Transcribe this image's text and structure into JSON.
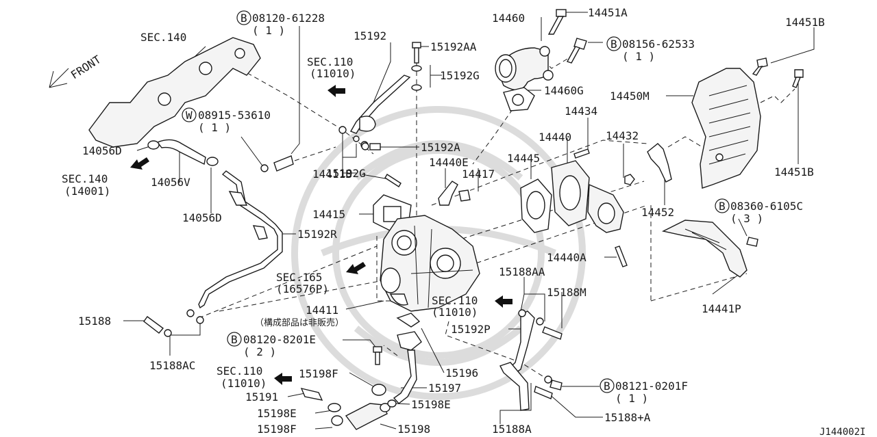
{
  "diagram_id": "J144002I",
  "front_label": "FRONT",
  "note_not_sold_separately": "（構成部品は非販売）",
  "section_refs": {
    "sec140_top": "SEC.140",
    "sec110_top": "SEC.110",
    "sec110_top_code": "(11010)",
    "sec140_left": "SEC.140",
    "sec140_left_code": "(14001)",
    "sec165": "SEC.165",
    "sec165_code": "(16576P)",
    "sec110_mid": "SEC.110",
    "sec110_mid_code": "(11010)",
    "sec110_bottom": "SEC.110",
    "sec110_bottom_code": "(11010)"
  },
  "fastener_refs": [
    {
      "mark": "B",
      "code": "08120-61228",
      "qty": "( 1 )"
    },
    {
      "mark": "W",
      "code": "08915-53610",
      "qty": "( 1 )"
    },
    {
      "mark": "B",
      "code": "08156-62533",
      "qty": "( 1 )"
    },
    {
      "mark": "B",
      "code": "08360-6105C",
      "qty": "( 3 )"
    },
    {
      "mark": "B",
      "code": "08120-8201E",
      "qty": "( 2 )"
    },
    {
      "mark": "B",
      "code": "08121-0201F",
      "qty": "( 1 )"
    }
  ],
  "part_labels": {
    "p15192": "15192",
    "p15192AA": "15192AA",
    "p15192G_top": "15192G",
    "p15192A": "15192A",
    "p15192G_mid": "15192G",
    "p14056D_top": "14056D",
    "p14056V": "14056V",
    "p14056D_bot": "14056D",
    "p14460": "14460",
    "p14451A": "14451A",
    "p14460G": "14460G",
    "p14451B_top": "14451B",
    "p14450M": "14450M",
    "p14451B_bot": "14451B",
    "p14434": "14434",
    "p14440": "14440",
    "p14432": "14432",
    "p14445": "14445",
    "p14440E": "14440E",
    "p14417": "14417",
    "p14411B": "14411B",
    "p14415": "14415",
    "p14452": "14452",
    "p15192R": "15192R",
    "p14440A": "14440A",
    "p15188AA": "15188AA",
    "p15188M": "15188M",
    "p14411": "14411",
    "p15192P": "15192P",
    "p14441P": "14441P",
    "p15188": "15188",
    "p15188AC": "15188AC",
    "p15196": "15196",
    "p15198F_top": "15198F",
    "p15197": "15197",
    "p15191": "15191",
    "p15198E_left": "15198E",
    "p15198E_right": "15198E",
    "p15198F_bot": "15198F",
    "p15198": "15198",
    "p15188plusA": "15188+A",
    "p15188A": "15188A"
  }
}
